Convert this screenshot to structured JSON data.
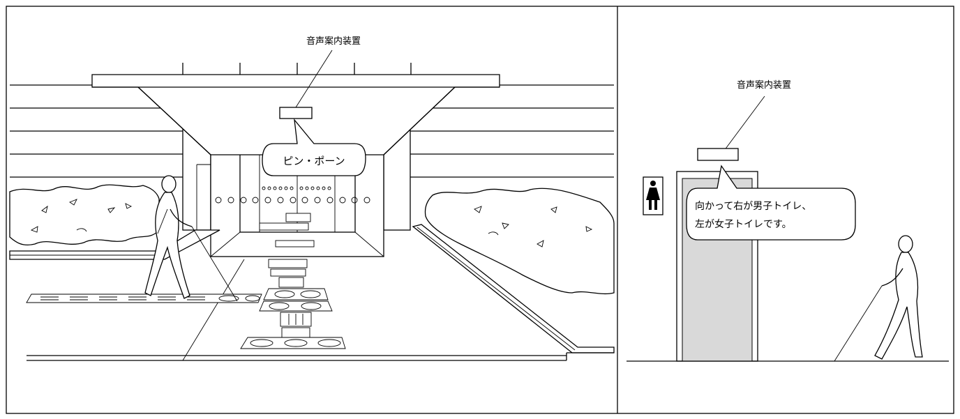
{
  "left_panel": {
    "device_label": "音声案内装置",
    "chime_text": "ピン・ポーン"
  },
  "right_panel": {
    "device_label": "音声案内装置",
    "announcement_line1": "向かって右が男子トイレ、",
    "announcement_line2": "左が女子トイレです。",
    "restroom_sign_icon": "woman-pictogram-icon",
    "door_fill_color": "#d9d9d9"
  }
}
